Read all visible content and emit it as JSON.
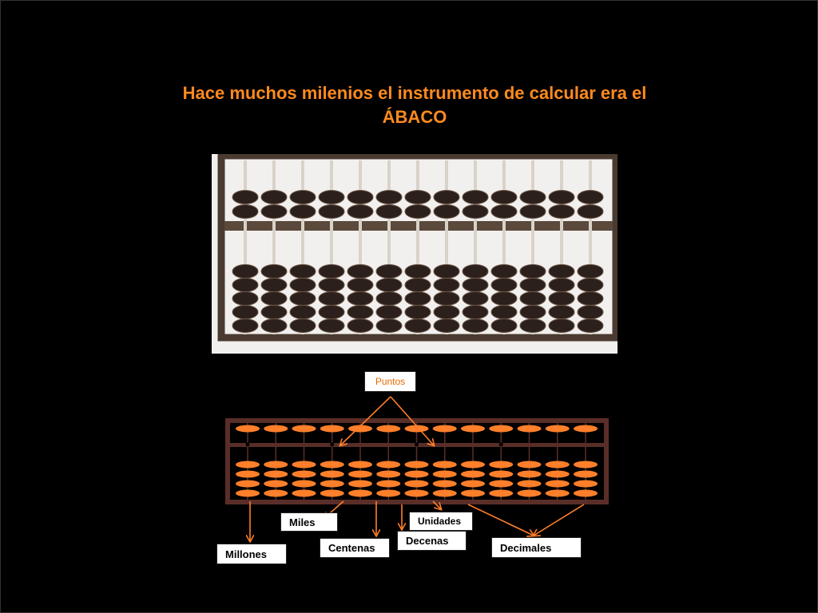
{
  "title": {
    "line1": "Hace muchos milenios el instrumento de calcular era el",
    "line2": "ÁBACO"
  },
  "photo": {
    "rods": 13,
    "upper_beads_per_rod": 2,
    "lower_beads_per_rod": 5
  },
  "diagram": {
    "rods": 13,
    "upper_beads_per_rod": 1,
    "lower_beads_per_rod": 4,
    "colors": {
      "bead": "#ff7f2a",
      "frame": "#5a2e28",
      "arrow": "#ff7f2a"
    },
    "labels": {
      "puntos": "Puntos",
      "miles": "Miles",
      "unidades": "Unidades",
      "centenas": "Centenas",
      "decenas": "Decenas",
      "decimales": "Decimales",
      "millones": "Millones"
    }
  }
}
